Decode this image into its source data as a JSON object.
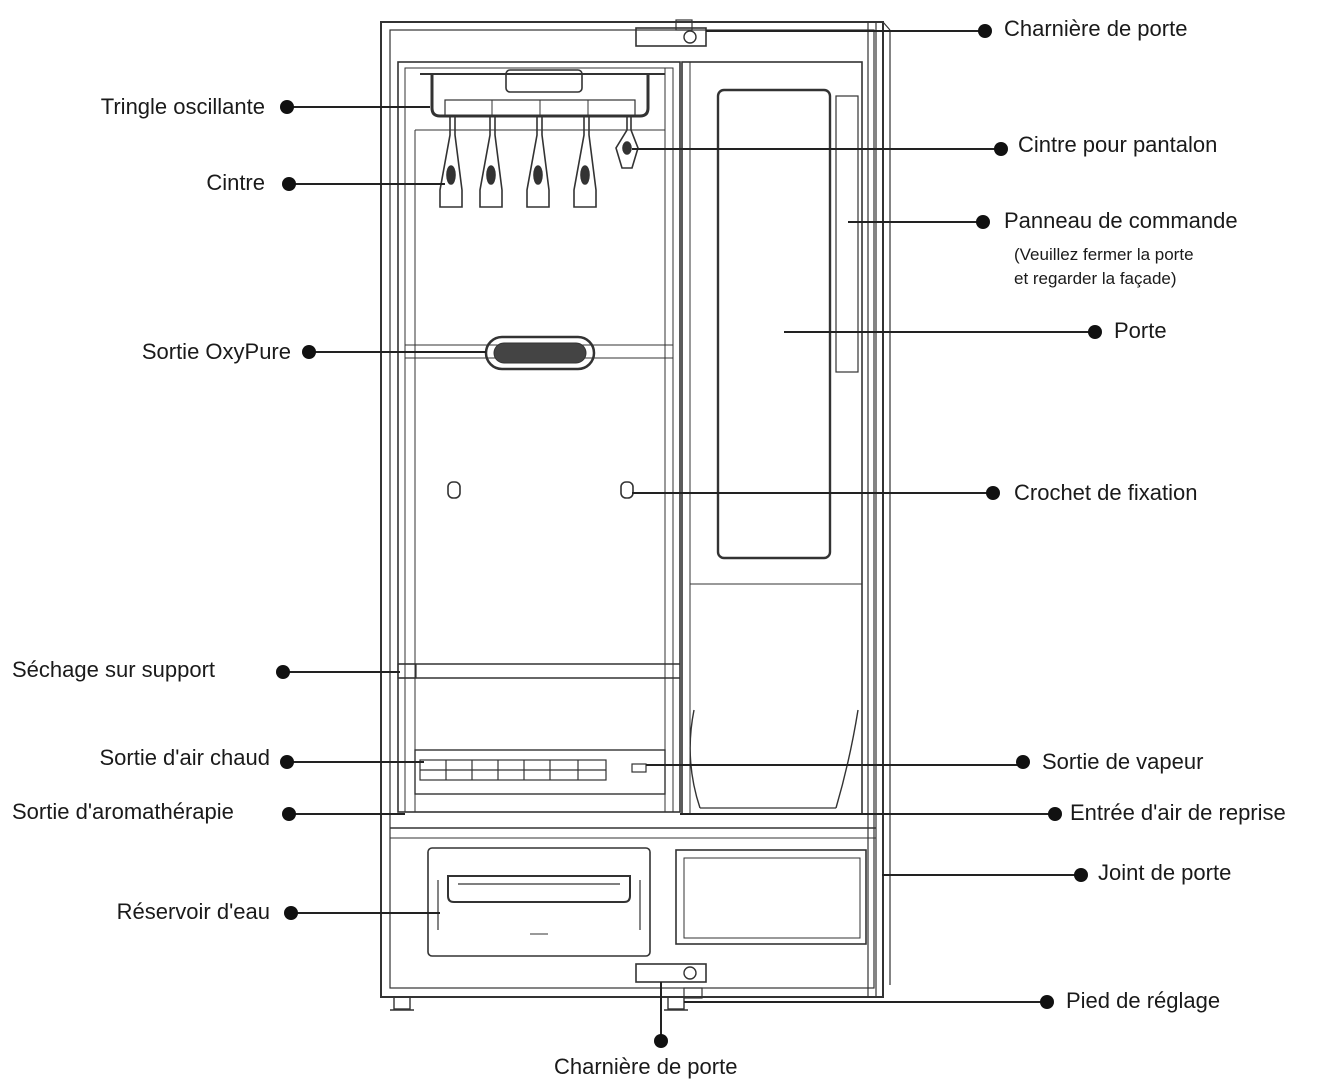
{
  "diagram": {
    "labels_left": {
      "tringle": "Tringle oscillante",
      "cintre": "Cintre",
      "oxypure": "Sortie OxyPure",
      "sechage": "Séchage sur support",
      "air_chaud": "Sortie d'air chaud",
      "aromatherapie": "Sortie d'aromathérapie",
      "reservoir": "Réservoir d'eau"
    },
    "labels_right": {
      "charniere_haut": "Charnière de porte",
      "cintre_pantalon": "Cintre pour pantalon",
      "panneau": "Panneau de commande",
      "panneau_note_1": "(Veuillez fermer la porte",
      "panneau_note_2": "et regarder la façade)",
      "porte": "Porte",
      "crochet": "Crochet de fixation",
      "vapeur": "Sortie de vapeur",
      "entree_air": "Entrée d'air de reprise",
      "joint": "Joint de porte",
      "pied": "Pied de réglage"
    },
    "labels_bottom": {
      "charniere_bas": "Charnière de porte"
    },
    "colors": {
      "line": "#222222",
      "dot": "#111111",
      "text": "#1a1a1a"
    }
  }
}
